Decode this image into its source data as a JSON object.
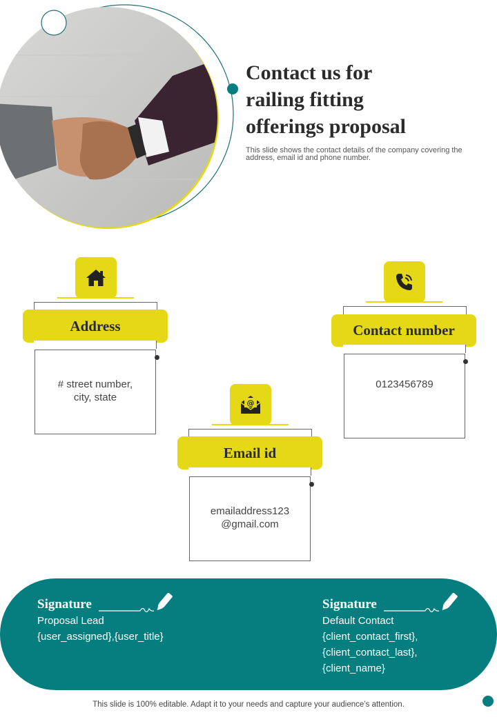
{
  "header": {
    "title_lines": [
      "Contact us for",
      "railing fitting",
      "offerings proposal"
    ],
    "subtitle": "This slide shows the contact details of the company covering the address, email id and phone number."
  },
  "hero": {
    "image_icon": "handshake-photo"
  },
  "cards": {
    "address": {
      "icon": "home-icon",
      "label": "Address",
      "lines": [
        "# street number,",
        "city, state"
      ]
    },
    "email": {
      "icon": "envelope-at-icon",
      "label": "Email id",
      "lines": [
        "emailaddress123",
        "@gmail.com"
      ]
    },
    "contact": {
      "icon": "phone-icon",
      "label": "Contact number",
      "lines": [
        "0123456789"
      ]
    }
  },
  "signature": {
    "left": {
      "heading": "Signature",
      "lines": [
        "Proposal Lead",
        "{user_assigned},{user_title}"
      ]
    },
    "right": {
      "heading": "Signature",
      "lines": [
        "Default Contact",
        "{client_contact_first},",
        "{client_contact_last},",
        "{client_name}"
      ]
    }
  },
  "footer": {
    "text": "This slide is 100% editable. Adapt it to your needs and capture your audience’s attention."
  },
  "colors": {
    "accent_yellow": "#e5d816",
    "teal": "#067e7f",
    "text_dark": "#2b2b2b"
  }
}
